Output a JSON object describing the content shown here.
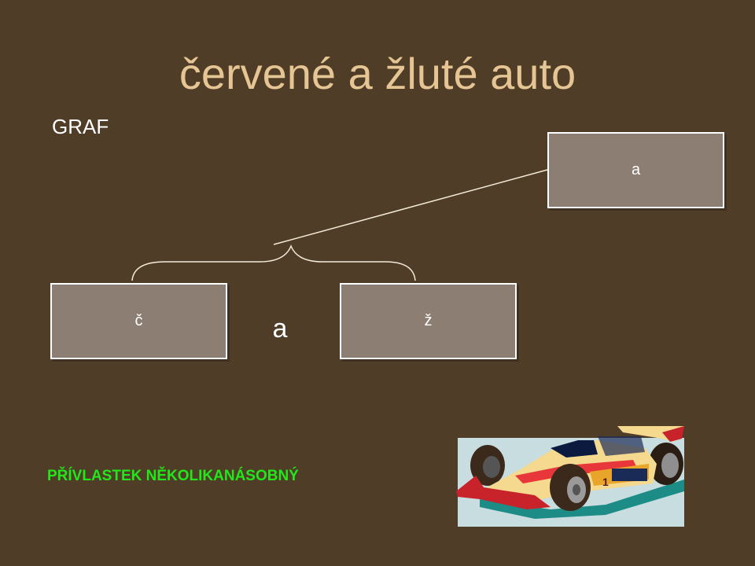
{
  "slide": {
    "title": "červené a žluté auto",
    "subtitle": "GRAF",
    "graph": {
      "top_node": "a",
      "left_node": "č",
      "right_node": "ž",
      "conjunction": "a"
    },
    "label": "PŘÍVLASTEK NĚKOLIKANÁSOBNÝ",
    "image": "race-car-clipart"
  },
  "colors": {
    "background": "#4f3d28",
    "title": "#e5c593",
    "box_fill": "#8c7e73",
    "box_border": "#ffffff",
    "label": "#22e81a",
    "image_bg": "#c8dde0"
  }
}
